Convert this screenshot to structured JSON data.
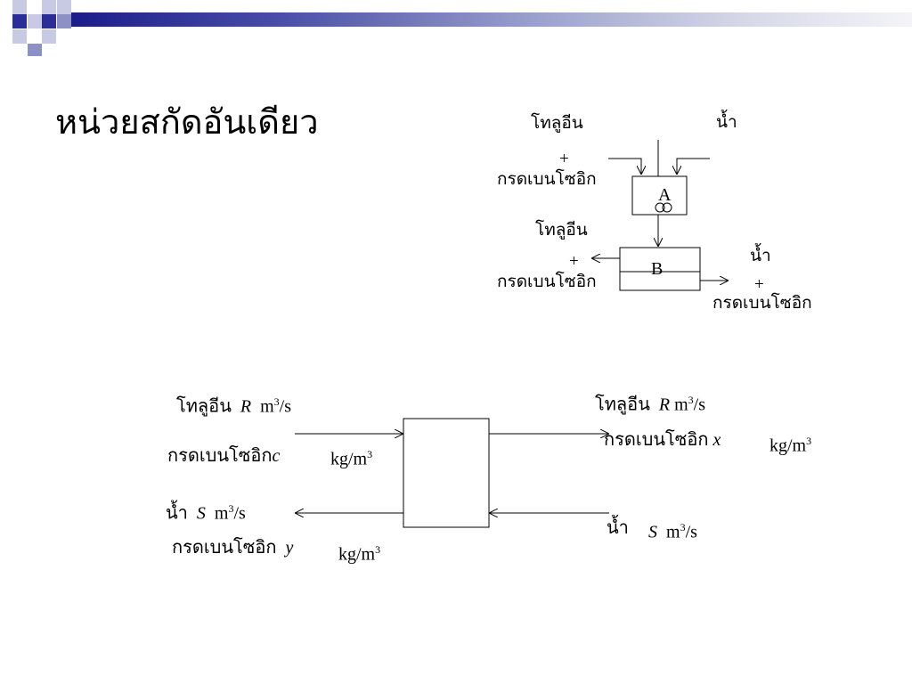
{
  "slide": {
    "title": "หน่วยสกัดอันเดียว"
  },
  "top_diagram": {
    "in_solvent_label": "โทลูอีน",
    "in_plus": "+",
    "in_acid_label": "กรดเบนโซอิก",
    "in_water_label": "น้ำ",
    "tank_a_label": "A",
    "tank_b_label": "B",
    "out_solvent_label": "โทลูอีน",
    "out_plus": "+",
    "out_acid_label": "กรดเบนโซอิก",
    "out_water_label": "น้ำ",
    "out_water_plus": "+",
    "out_water_acid_label": "กรดเบนโซอิก"
  },
  "bottom_diagram": {
    "left_in_solvent": "โทลูอีน",
    "left_in_solvent_var": "R",
    "left_in_solvent_unit": "m",
    "left_in_solvent_unit_exp": "3",
    "left_in_solvent_unit_tail": "/s",
    "left_in_acid": "กรดเบนโซอิก",
    "left_in_acid_var": "c",
    "left_in_acid_unit": "kg/m",
    "left_in_acid_unit_exp": "3",
    "left_out_water": "น้ำ",
    "left_out_water_var": "S",
    "left_out_water_unit": "m",
    "left_out_water_unit_exp": "3",
    "left_out_water_unit_tail": "/s",
    "left_out_acid": "กรดเบนโซอิก",
    "left_out_acid_var": "y",
    "left_out_acid_unit": "kg/m",
    "left_out_acid_unit_exp": "3",
    "right_out_solvent": "โทลูอีน",
    "right_out_solvent_var": "R",
    "right_out_solvent_unit": "m",
    "right_out_solvent_unit_exp": "3",
    "right_out_solvent_unit_tail": "/s",
    "right_out_acid": "กรดเบนโซอิก",
    "right_out_acid_var": "x",
    "right_out_acid_unit": "kg/m",
    "right_out_acid_unit_exp": "3",
    "right_in_water": "น้ำ",
    "right_in_water_var": "S",
    "right_in_water_unit": "m",
    "right_in_water_unit_exp": "3",
    "right_in_water_unit_tail": "/s"
  },
  "colors": {
    "bar_dark": "#1a1d8a",
    "bar_light": "#f4f4f8",
    "square_dark": "#2a2e96",
    "square_mid": "#8c90c4",
    "square_light": "#c8cae4",
    "line": "#000000"
  }
}
